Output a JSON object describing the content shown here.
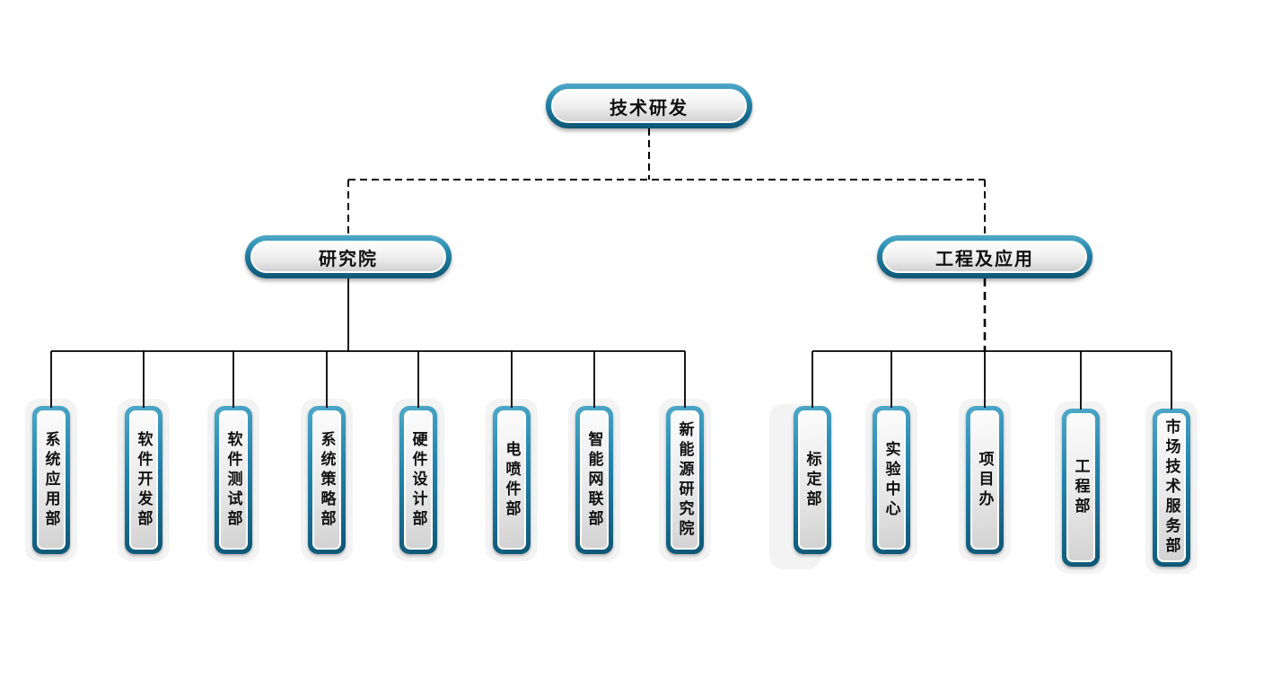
{
  "palette": {
    "accent": "#2384ab",
    "accent_light": "#4fa9c9",
    "accent_dark": "#0d5674",
    "line": "#000000",
    "halo": "#f3f3f3",
    "text": "#111111",
    "background": "#ffffff"
  },
  "org_chart": {
    "root": "技术研发",
    "branches": [
      {
        "label": "研究院",
        "children": [
          "系统应用部",
          "软件开发部",
          "软件测试部",
          "系统策略部",
          "硬件设计部",
          "电喷件部",
          "智能网联部",
          "新能源研究院"
        ]
      },
      {
        "label": "工程及应用",
        "children": [
          "标定部",
          "实验中心",
          "项目办",
          "工程部",
          "市场技术服务部"
        ]
      }
    ]
  }
}
